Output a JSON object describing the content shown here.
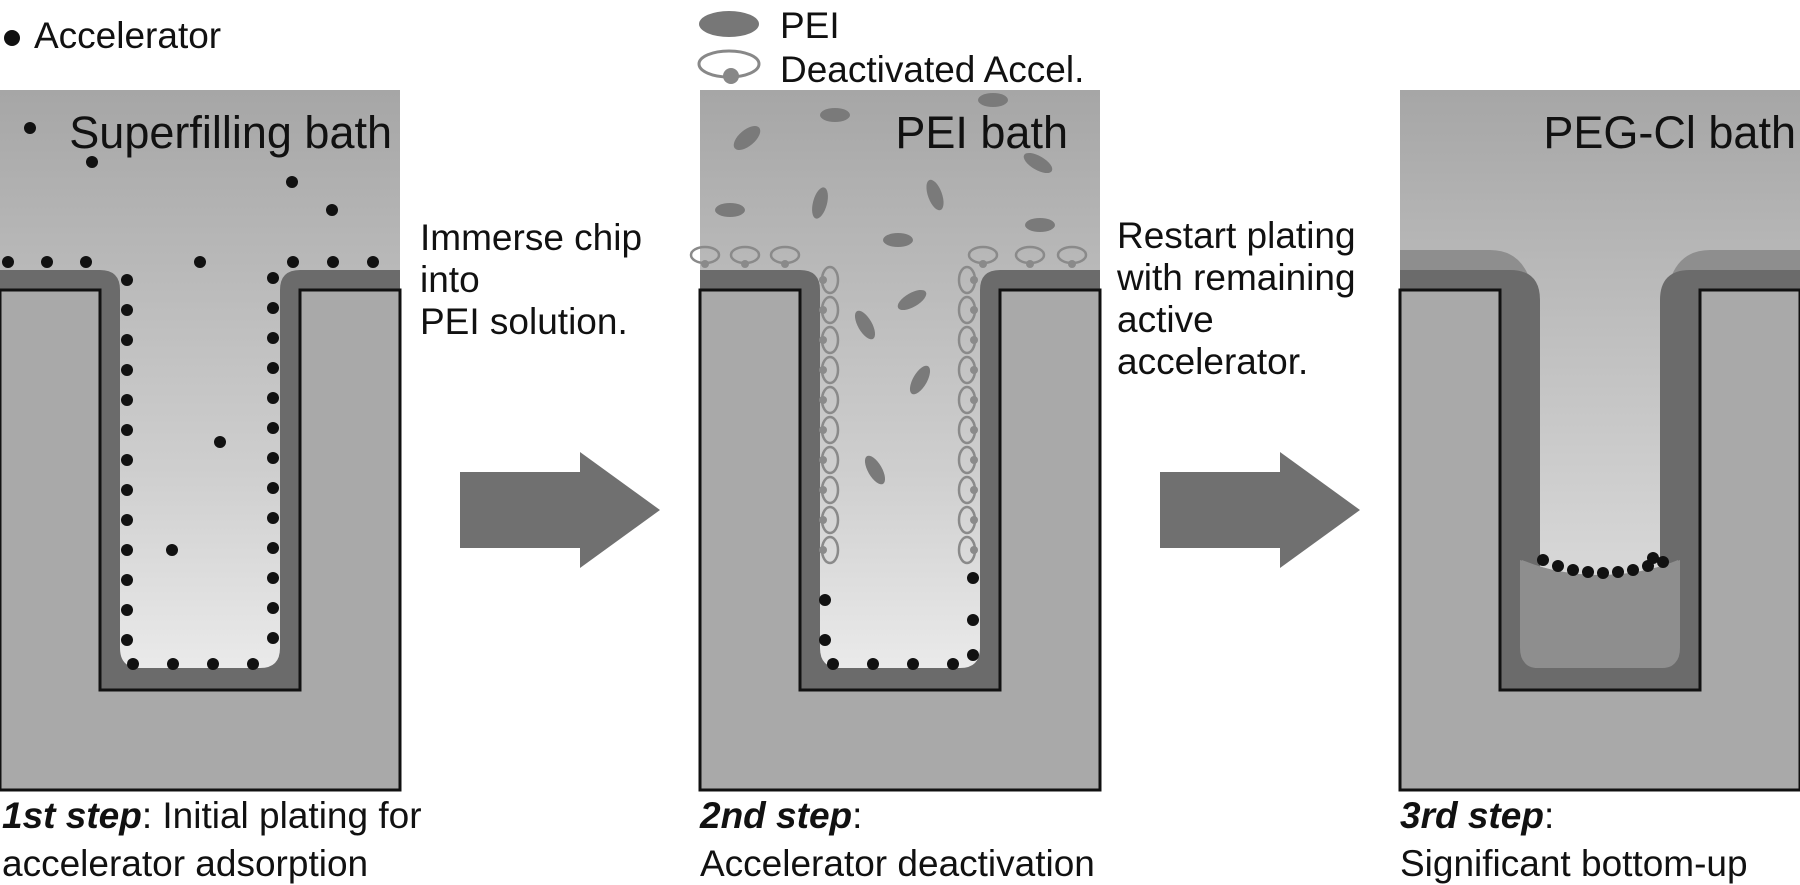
{
  "legend": {
    "accelerator": "Accelerator",
    "pei": "PEI",
    "deactivated": "Deactivated Accel."
  },
  "panels": [
    {
      "bath": "Superfilling bath",
      "step": "1st step",
      "caption_line1_rest": ": Initial plating for",
      "caption_line2": "accelerator adsorption"
    },
    {
      "bath": "PEI bath",
      "step": "2nd step",
      "caption_line1_rest": ":",
      "caption_line2": "Accelerator deactivation"
    },
    {
      "bath": "PEG-Cl bath",
      "step": "3rd step",
      "caption_line1_rest": ":",
      "caption_line2": "Significant bottom-up"
    }
  ],
  "transitions": [
    {
      "lines": [
        "Immerse chip",
        "into",
        "PEI solution."
      ]
    },
    {
      "lines": [
        "Restart plating",
        "with remaining",
        "active",
        "accelerator."
      ]
    }
  ],
  "colors": {
    "substrate": "#a9a9a9",
    "copper_layer": "#6b6b6b",
    "deposit": "#8e8e8e",
    "arrow": "#707070",
    "dot": "#111111",
    "pei": "#7a7a7a",
    "deactivated": "#8a8a8a"
  }
}
